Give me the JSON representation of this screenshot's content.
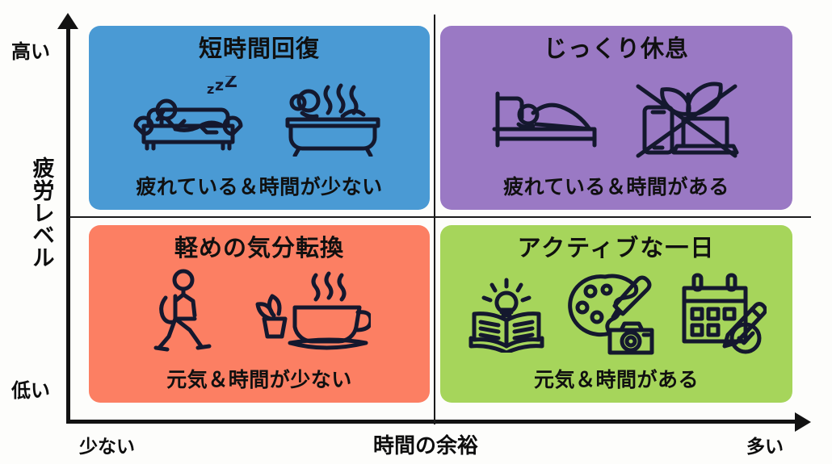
{
  "chart_data": {
    "type": "table",
    "title": "",
    "xlabel": "時間の余裕",
    "ylabel": "疲労レベル",
    "x_axis_low": "少ない",
    "x_axis_high": "多い",
    "y_axis_low": "低い",
    "y_axis_high": "高い",
    "quadrants": [
      {
        "position": "top-left",
        "title": "短時間回復",
        "caption": "疲れている＆時間が少ない",
        "color": "#4a9ad4",
        "icons": [
          "napping-on-sofa-icon",
          "bathtub-icon"
        ]
      },
      {
        "position": "top-right",
        "title": "じっくり休息",
        "caption": "疲れている＆時間がある",
        "color": "#9a79c4",
        "icons": [
          "sleeping-in-bed-icon",
          "digital-detox-icon"
        ]
      },
      {
        "position": "bottom-left",
        "title": "軽めの気分転換",
        "caption": "元気＆時間が少ない",
        "color": "#fc7f63",
        "icons": [
          "walking-person-icon",
          "tea-cup-icon"
        ]
      },
      {
        "position": "bottom-right",
        "title": "アクティブな一日",
        "caption": "元気＆時間がある",
        "color": "#a6d55b",
        "icons": [
          "book-idea-icon",
          "art-camera-icon",
          "calendar-plan-icon"
        ]
      }
    ]
  },
  "axes": {
    "y_high": "高い",
    "y_low": "低い",
    "y_title_chars": [
      "疲",
      "労",
      "レ",
      "ベ",
      "ル"
    ],
    "y_title": "疲労レベル",
    "x_low": "少ない",
    "x_high": "多い",
    "x_title": "時間の余裕"
  },
  "quadrants": {
    "top_left": {
      "title": "短時間回復",
      "caption": "疲れている＆時間が少ない"
    },
    "top_right": {
      "title": "じっくり休息",
      "caption": "疲れている＆時間がある"
    },
    "bottom_left": {
      "title": "軽めの気分転換",
      "caption": "元気＆時間が少ない"
    },
    "bottom_right": {
      "title": "アクティブな一日",
      "caption": "元気＆時間がある"
    }
  },
  "colors": {
    "top_left": "#4a9ad4",
    "top_right": "#9a79c4",
    "bottom_left": "#fc7f63",
    "bottom_right": "#a6d55b",
    "axis": "#121212",
    "background": "#fdfdfb"
  }
}
